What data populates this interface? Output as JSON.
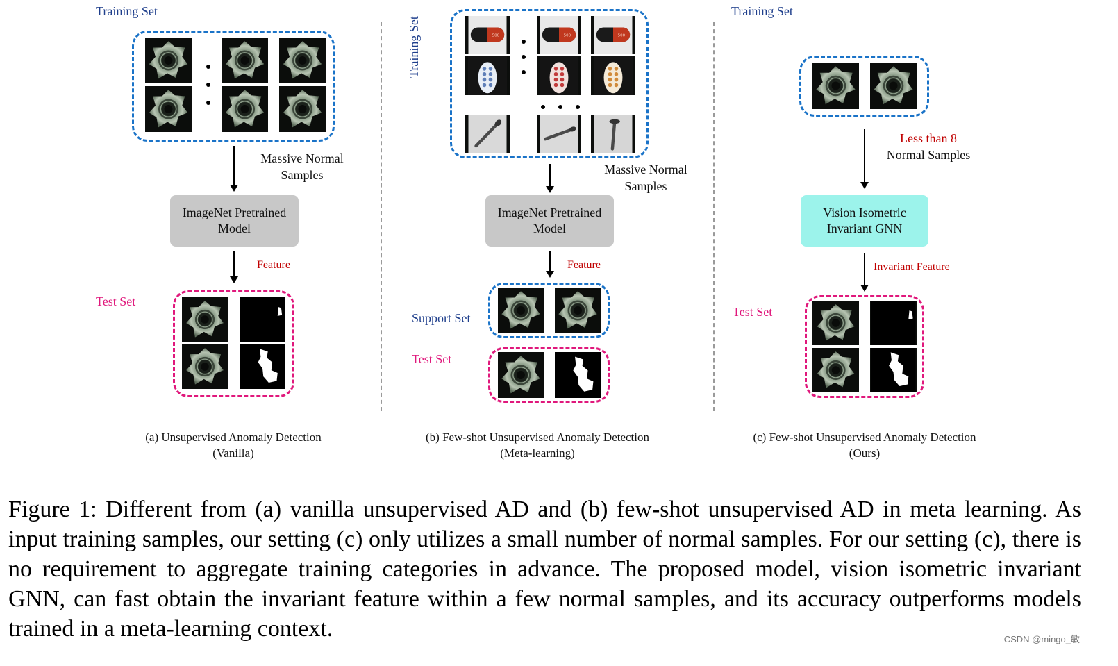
{
  "panel_a": {
    "training_set": "Training Set",
    "massive_normal": "Massive Normal",
    "samples": "Samples",
    "model_line1": "ImageNet Pretrained",
    "model_line2": "Model",
    "feature": "Feature",
    "test_set": "Test Set",
    "caption_line1": "(a) Unsupervised Anomaly Detection",
    "caption_line2": "(Vanilla)"
  },
  "panel_b": {
    "training_set": "Training Set",
    "massive_normal": "Massive Normal",
    "samples": "Samples",
    "model_line1": "ImageNet Pretrained",
    "model_line2": "Model",
    "feature": "Feature",
    "support_set": "Support Set",
    "test_set": "Test Set",
    "caption_line1": "(b) Few-shot Unsupervised Anomaly Detection",
    "caption_line2": "(Meta-learning)"
  },
  "panel_c": {
    "training_set": "Training Set",
    "less_than": "Less than 8",
    "normal_samples": "Normal Samples",
    "model_line1": "Vision Isometric",
    "model_line2": "Invariant GNN",
    "feature": "Invariant Feature",
    "test_set": "Test Set",
    "caption_line1": "(c) Few-shot Unsupervised Anomaly Detection",
    "caption_line2": "(Ours)"
  },
  "figure_caption": "Figure 1: Different from (a) vanilla unsupervised AD and (b) few-shot unsupervised AD in meta learning. As input training samples, our setting (c) only utilizes a small number of normal samples. For our setting (c), there is no requirement to aggregate training categories in advance. The proposed model, vision isometric invariant GNN, can fast obtain the invariant feature within a few normal samples, and its accuracy outperforms models trained in a meta-learning context.",
  "watermark": "CSDN @mingo_敏",
  "colors": {
    "training_label": "#1f3f8c",
    "test_label": "#e0187c",
    "feature_label": "#c00000",
    "blue_dash": "#1a73c8",
    "pink_dash": "#e0187c",
    "gray_model": "#c8c8c8",
    "cyan_model": "#9cf3eb"
  },
  "icons": [
    "metal-nut-image",
    "anomaly-mask-image",
    "capsule-image",
    "toothbrush-image",
    "screw-image"
  ]
}
